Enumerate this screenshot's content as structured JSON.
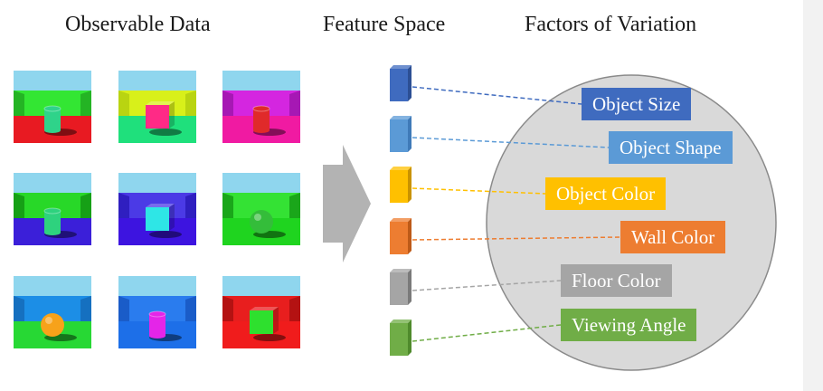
{
  "headings": {
    "observable": "Observable Data",
    "feature": "Feature Space",
    "factors": "Factors of Variation"
  },
  "scenes": [
    {
      "sky": "#8fd6ee",
      "wall": "#33e633",
      "wallSide": "#24b424",
      "floor": "#e81a22",
      "obj": "cylinder",
      "objColor": "#2fd38a"
    },
    {
      "sky": "#8fd6ee",
      "wall": "#d8f01a",
      "wallSide": "#b9d411",
      "floor": "#1fe07c",
      "obj": "cube",
      "objColor": "#ff2a86"
    },
    {
      "sky": "#8fd6ee",
      "wall": "#d426e0",
      "wallSide": "#a618b4",
      "floor": "#f01aa2",
      "obj": "cylinder",
      "objColor": "#e02a2a"
    },
    {
      "sky": "#8fd6ee",
      "wall": "#28d828",
      "wallSide": "#16a016",
      "floor": "#3b1fd9",
      "obj": "cylinder",
      "objColor": "#2ed27e"
    },
    {
      "sky": "#8fd6ee",
      "wall": "#4b3ae6",
      "wallSide": "#2f1fc0",
      "floor": "#3d14e0",
      "obj": "cube",
      "objColor": "#2ee6e6"
    },
    {
      "sky": "#8fd6ee",
      "wall": "#34e234",
      "wallSide": "#1aa61a",
      "floor": "#1fd41f",
      "obj": "sphere",
      "objColor": "#34bd3a"
    },
    {
      "sky": "#8fd6ee",
      "wall": "#1c8ee6",
      "wallSide": "#1570c0",
      "floor": "#27d834",
      "obj": "sphere",
      "objColor": "#f7a21a"
    },
    {
      "sky": "#8fd6ee",
      "wall": "#2a7cee",
      "wallSide": "#1a5cc8",
      "floor": "#1d6fe8",
      "obj": "cylinder",
      "objColor": "#e425e8"
    },
    {
      "sky": "#8fd6ee",
      "wall": "#e81e1e",
      "wallSide": "#b41212",
      "floor": "#f01c1c",
      "obj": "cube",
      "objColor": "#2ee02e"
    }
  ],
  "factors": [
    {
      "label": "Object Size",
      "color": "#3f6bbf",
      "dark": "#2c4f94"
    },
    {
      "label": "Object Shape",
      "color": "#5b9ad6",
      "dark": "#3f7ab8"
    },
    {
      "label": "Object Color",
      "color": "#ffc000",
      "dark": "#c99200"
    },
    {
      "label": "Wall Color",
      "color": "#ed7d31",
      "dark": "#bd5a18"
    },
    {
      "label": "Floor Color",
      "color": "#a5a5a5",
      "dark": "#7a7a7a"
    },
    {
      "label": "Viewing Angle",
      "color": "#70ad47",
      "dark": "#4f8a2c"
    }
  ],
  "circle": {
    "fill": "#d9d9d9",
    "stroke": "#8a8a8a"
  },
  "arrow": {
    "color": "#b3b3b3"
  }
}
